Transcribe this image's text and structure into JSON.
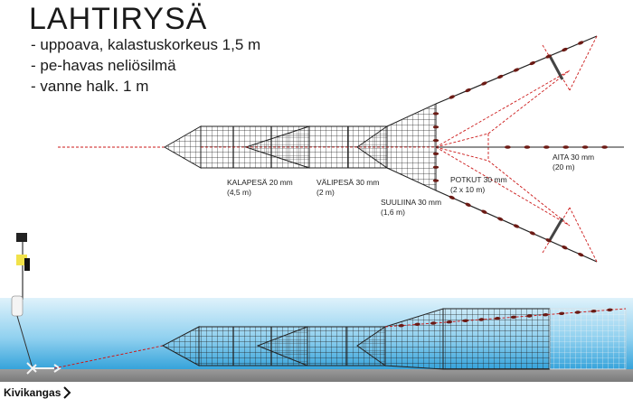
{
  "title": "LAHTIRYSÄ",
  "specs": [
    "- uppoava, kalastuskorkeus 1,5 m",
    "- pe-havas neliösilmä",
    "- vanne halk. 1 m"
  ],
  "labels": {
    "kalapesa": {
      "name": "KALAPESÄ 20 mm",
      "size": "(4,5 m)"
    },
    "valipesa": {
      "name": "VÄLIPESÄ 30 mm",
      "size": "(2 m)"
    },
    "suuliina": {
      "name": "SUULIINA 30 mm",
      "size": "(1,6 m)"
    },
    "potkut": {
      "name": "POTKUT 30 mm",
      "size": "(2 x 10 m)"
    },
    "aita": {
      "name": "AITA 30 mm",
      "size": "(20 m)"
    }
  },
  "brand": "Kivikangas",
  "colors": {
    "net": "#222222",
    "rope": "#cc1a1a",
    "float": "#6b1a14",
    "water_top": "#dff2fb",
    "water_bottom": "#2e9fd9",
    "seabed": "#8a8a8a"
  }
}
